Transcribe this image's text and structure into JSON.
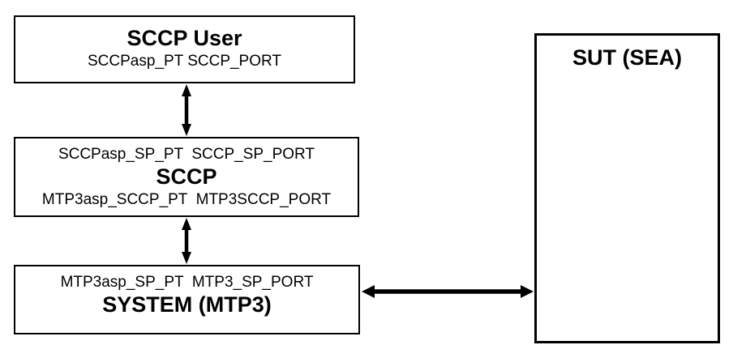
{
  "diagram": {
    "title_hint": "SCCP test architecture",
    "colors": {
      "background": "#ffffff",
      "border": "#000000",
      "text": "#000000",
      "arrow": "#000000"
    },
    "boxes": {
      "sccp_user": {
        "title": "SCCP User",
        "ports": "SCCPasp_PT SCCP_PORT"
      },
      "sccp": {
        "ports_top": "SCCPasp_SP_PT  SCCP_SP_PORT",
        "title": "SCCP",
        "ports_bottom": "MTP3asp_SCCP_PT  MTP3SCCP_PORT"
      },
      "system_mtp3": {
        "ports": "MTP3asp_SP_PT  MTP3_SP_PORT",
        "title": "SYSTEM (MTP3)"
      },
      "sut": {
        "title": "SUT (SEA)"
      }
    },
    "connections": [
      {
        "from": "sccp_user",
        "to": "sccp",
        "type": "double-arrow-vertical"
      },
      {
        "from": "sccp",
        "to": "system_mtp3",
        "type": "double-arrow-vertical"
      },
      {
        "from": "system_mtp3",
        "to": "sut",
        "type": "double-arrow-horizontal"
      }
    ]
  }
}
